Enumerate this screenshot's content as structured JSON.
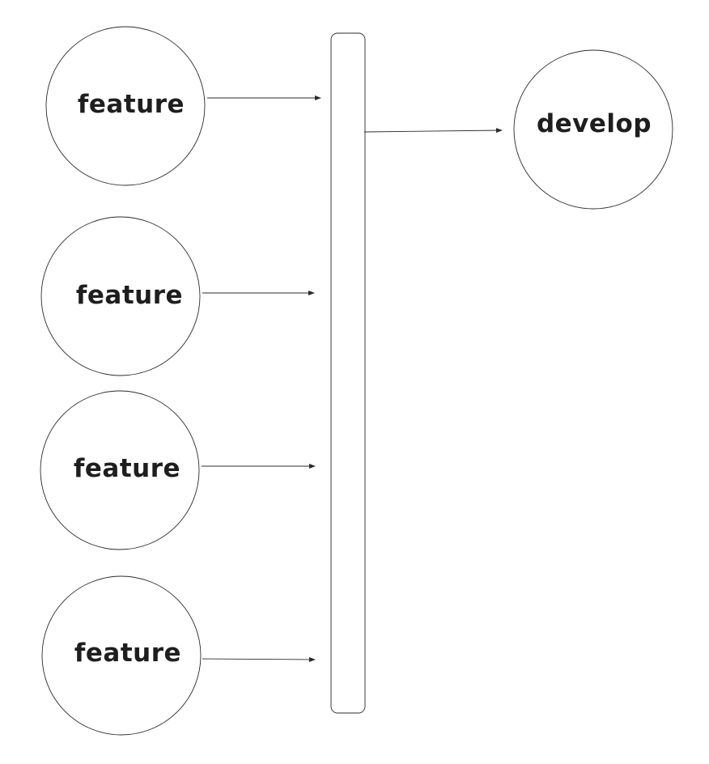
{
  "diagram": {
    "nodes": [
      {
        "id": "feature-1",
        "label": "feature"
      },
      {
        "id": "feature-2",
        "label": "feature"
      },
      {
        "id": "feature-3",
        "label": "feature"
      },
      {
        "id": "feature-4",
        "label": "feature"
      },
      {
        "id": "develop",
        "label": "develop"
      }
    ],
    "edges": [
      {
        "from": "feature-1",
        "to": "bar"
      },
      {
        "from": "feature-2",
        "to": "bar"
      },
      {
        "from": "feature-3",
        "to": "bar"
      },
      {
        "from": "feature-4",
        "to": "bar"
      },
      {
        "from": "bar",
        "to": "develop"
      }
    ],
    "colors": {
      "stroke": "#2b2b2b",
      "text": "#1e1e1e",
      "background": "#ffffff"
    }
  }
}
